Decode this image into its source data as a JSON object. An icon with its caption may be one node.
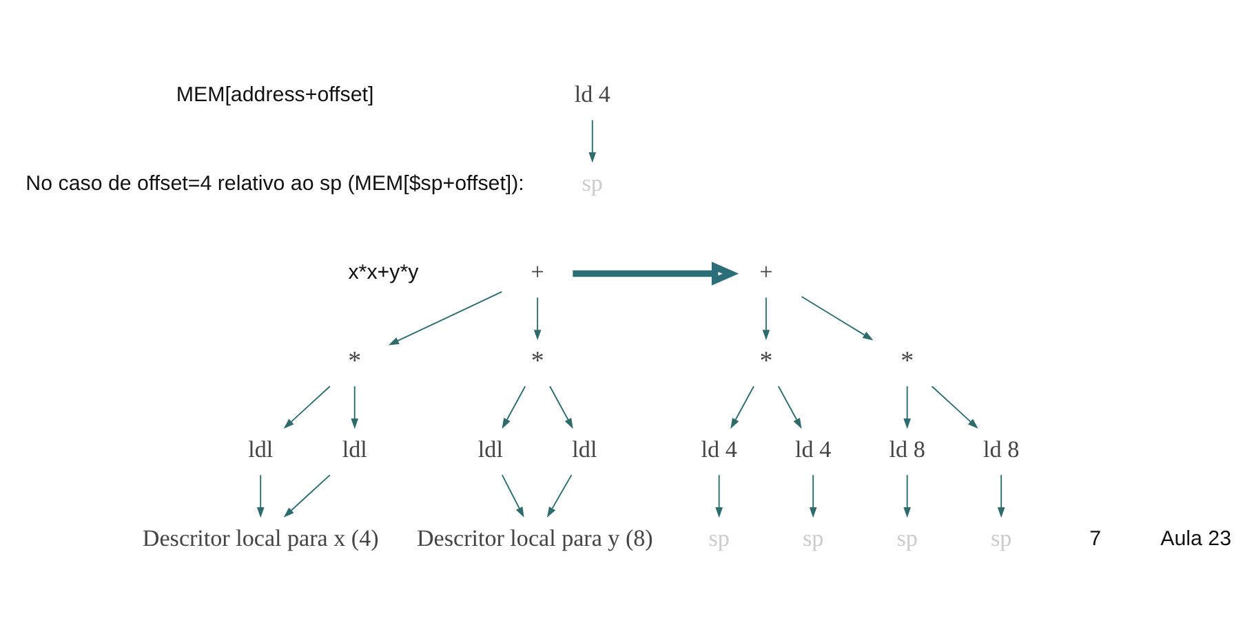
{
  "diagram": {
    "nodes": [
      {
        "text": [
          "ld 4"
        ]
      },
      {
        "text": [
          "sp"
        ]
      },
      {
        "text": [
          "+"
        ]
      },
      {
        "text": [
          "*"
        ]
      },
      {
        "text": [
          "*"
        ]
      },
      {
        "text": [
          "ldl"
        ]
      },
      {
        "text": [
          "ldl"
        ]
      },
      {
        "text": [
          "ldl"
        ]
      },
      {
        "text": [
          "ldl"
        ]
      },
      {
        "text": [
          "Descritor local para x (4)"
        ]
      },
      {
        "text": [
          "Descritor local para y (8)"
        ]
      },
      {
        "text": [
          "+"
        ]
      },
      {
        "text": [
          "*"
        ]
      },
      {
        "text": [
          "*"
        ]
      },
      {
        "text": [
          "ld 4"
        ]
      },
      {
        "text": [
          "ld 4"
        ]
      },
      {
        "text": [
          "ld 8"
        ]
      },
      {
        "text": [
          "ld 8"
        ]
      },
      {
        "text": [
          "sp"
        ]
      },
      {
        "text": [
          "sp"
        ]
      },
      {
        "text": [
          "sp"
        ]
      },
      {
        "text": [
          "sp"
        ]
      }
    ],
    "edges": [
      {
        "from": 0,
        "to": 1,
        "arrow": "to"
      },
      {
        "from": 2,
        "to": 3,
        "arrow": "to"
      },
      {
        "from": 2,
        "to": 4,
        "arrow": "to"
      },
      {
        "from": 3,
        "to": 5,
        "arrow": "to"
      },
      {
        "from": 3,
        "to": 6,
        "arrow": "to"
      },
      {
        "from": 4,
        "to": 7,
        "arrow": "to"
      },
      {
        "from": 4,
        "to": 8,
        "arrow": "to"
      },
      {
        "from": 5,
        "to": 9,
        "arrow": "to"
      },
      {
        "from": 6,
        "to": 9,
        "arrow": "to"
      },
      {
        "from": 7,
        "to": 10,
        "arrow": "to"
      },
      {
        "from": 8,
        "to": 10,
        "arrow": "to"
      },
      {
        "from": 2,
        "to": 11,
        "arrow": "to",
        "style": "thick",
        "color": "#2a6e78"
      },
      {
        "from": 11,
        "to": 12,
        "arrow": "to"
      },
      {
        "from": 11,
        "to": 13,
        "arrow": "to"
      },
      {
        "from": 12,
        "to": 14,
        "arrow": "to"
      },
      {
        "from": 12,
        "to": 15,
        "arrow": "to"
      },
      {
        "from": 13,
        "to": 16,
        "arrow": "to"
      },
      {
        "from": 13,
        "to": 17,
        "arrow": "to"
      },
      {
        "from": 14,
        "to": 18,
        "arrow": "to"
      },
      {
        "from": 15,
        "to": 19,
        "arrow": "to"
      },
      {
        "from": 16,
        "to": 20,
        "arrow": "to"
      },
      {
        "from": 17,
        "to": 21,
        "arrow": "to"
      }
    ],
    "labels": [
      "MEM[address+offset]",
      "No caso de offset=4 relativo ao sp (MEM[$sp+offset]):",
      "x*x+y*y",
      "7",
      "Aula 23"
    ]
  }
}
